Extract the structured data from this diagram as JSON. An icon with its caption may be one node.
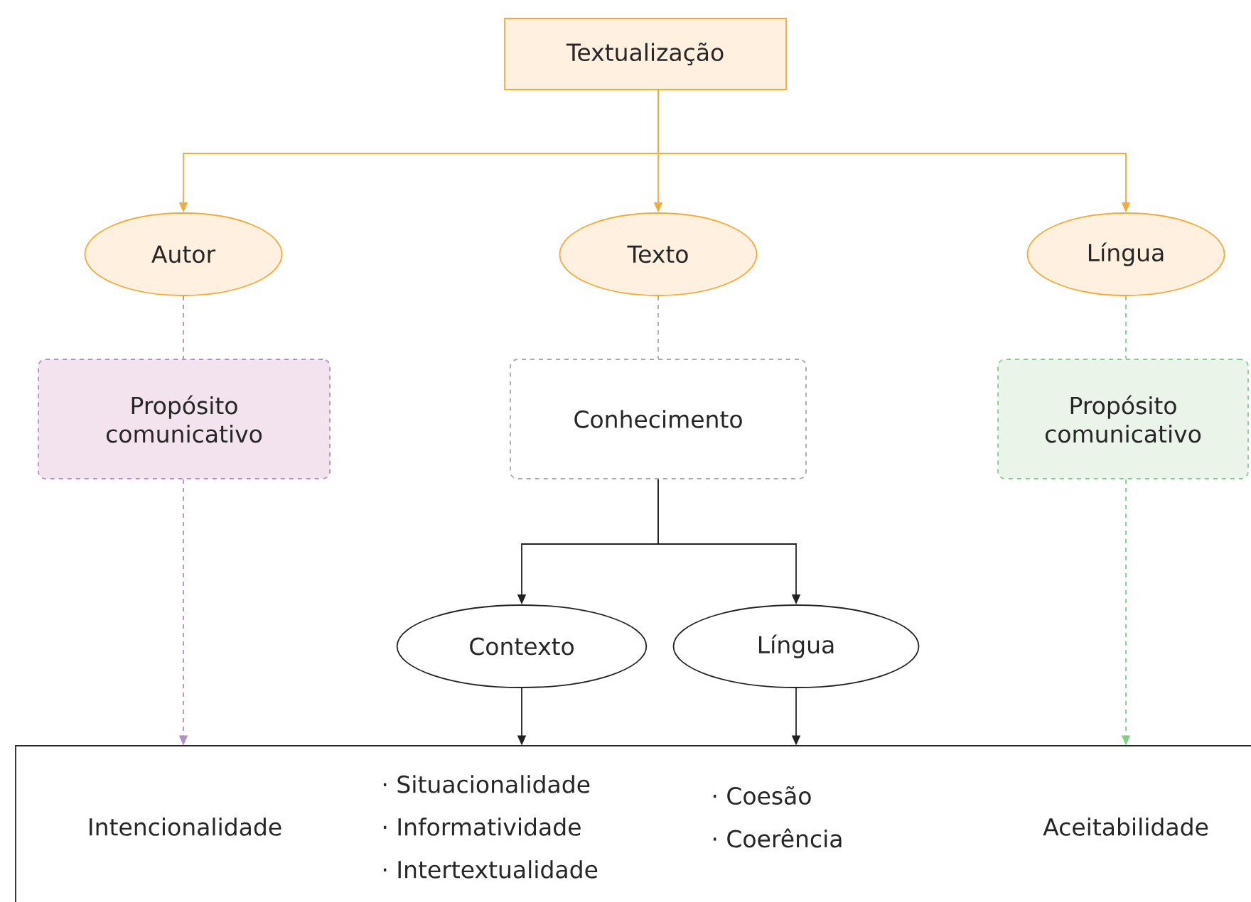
{
  "diagram": {
    "nodes": [
      {
        "text": [
          "Textualização"
        ]
      },
      {
        "text": [
          "Autor"
        ]
      },
      {
        "text": [
          "Texto"
        ]
      },
      {
        "text": [
          "Língua"
        ]
      },
      {
        "text": [
          "Propósito comunicativo"
        ]
      },
      {
        "text": [
          "Conhecimento"
        ]
      },
      {
        "text": [
          "Propósito comunicativo"
        ]
      },
      {
        "text": [
          "Contexto"
        ]
      },
      {
        "text": [
          "Língua"
        ]
      },
      {
        "text": [
          "Intencionalidade",
          "· Situacionalidade",
          "· Informatividade",
          "· Intertextualidade",
          "· Coesão",
          "· Coerência",
          "Aceitabilidade"
        ]
      }
    ],
    "edges": [
      {
        "from": 0,
        "to": 1,
        "arrow": "to",
        "color": "#f5a937"
      },
      {
        "from": 0,
        "to": 2,
        "arrow": "to",
        "color": "#f5a937"
      },
      {
        "from": 0,
        "to": 3,
        "arrow": "to",
        "color": "#f5a937"
      },
      {
        "from": 1,
        "to": 4,
        "arrow": "none",
        "style": "dashed",
        "color": "#b48fc6"
      },
      {
        "from": 2,
        "to": 5,
        "arrow": "none",
        "style": "dashed",
        "color": "#a8a8a8"
      },
      {
        "from": 3,
        "to": 6,
        "arrow": "none",
        "style": "dashed",
        "color": "#82cc8c"
      },
      {
        "from": 4,
        "to": 9,
        "arrow": "to",
        "style": "dashed",
        "color": "#b48fc6"
      },
      {
        "from": 5,
        "to": 7,
        "arrow": "to",
        "color": "#222222"
      },
      {
        "from": 5,
        "to": 8,
        "arrow": "to",
        "color": "#222222"
      },
      {
        "from": 7,
        "to": 9,
        "arrow": "to",
        "color": "#222222"
      },
      {
        "from": 8,
        "to": 9,
        "arrow": "to",
        "color": "#222222"
      },
      {
        "from": 6,
        "to": 9,
        "arrow": "to",
        "style": "dashed",
        "color": "#82cc8c"
      }
    ]
  }
}
